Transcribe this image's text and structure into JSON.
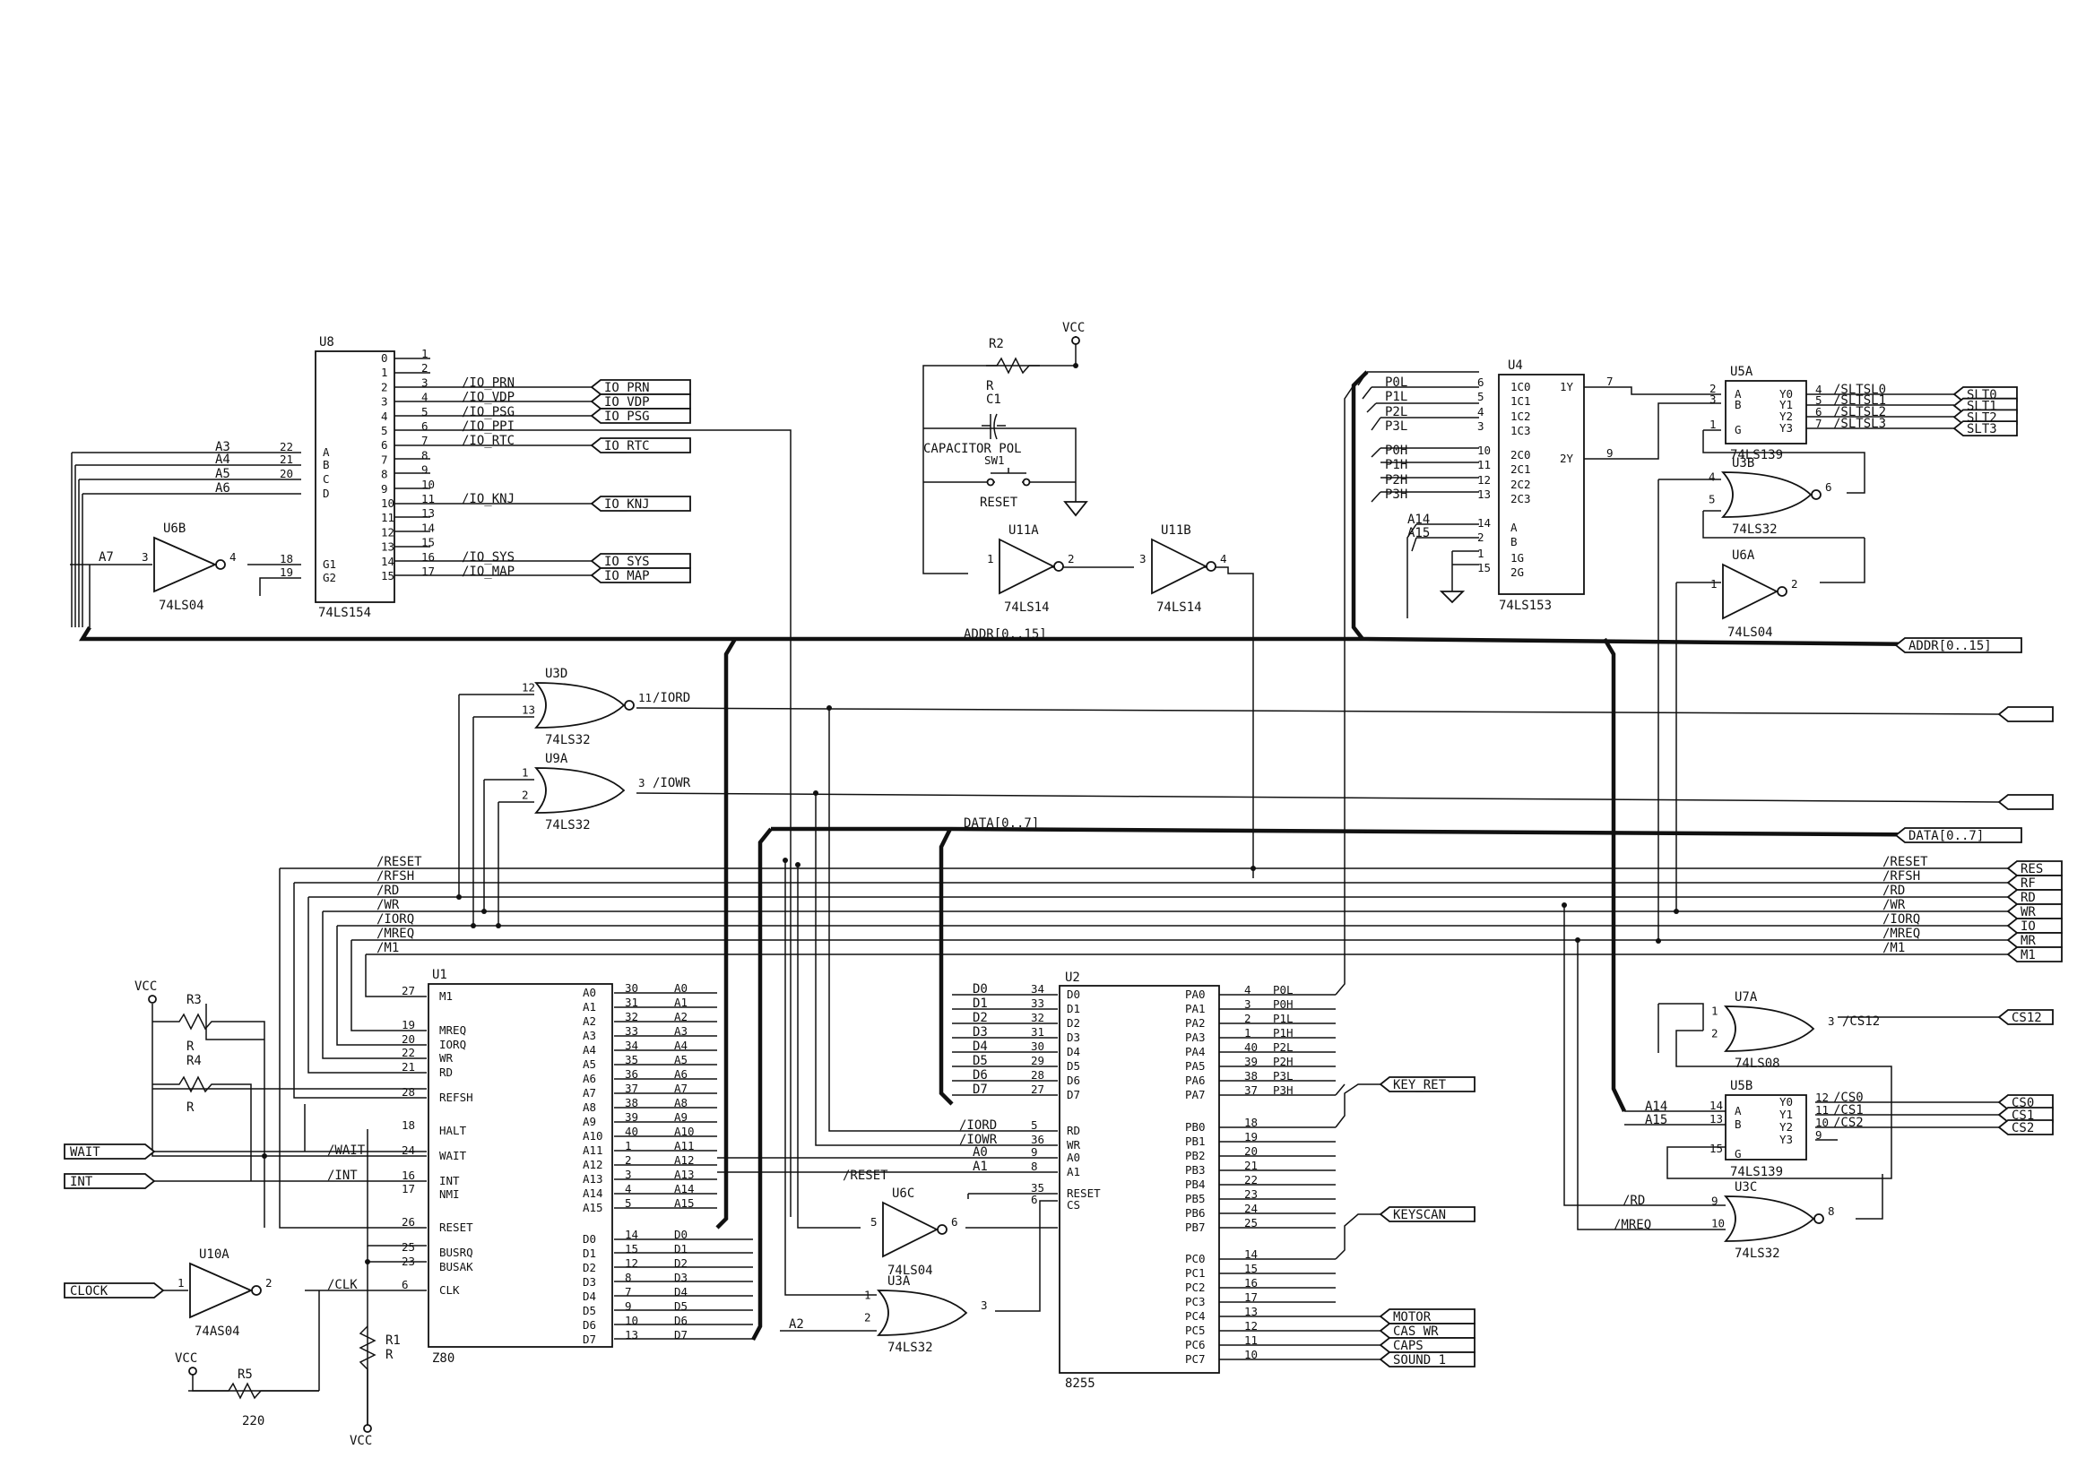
{
  "chips": {
    "u8": {
      "ref": "U8",
      "part": "74LS154",
      "inputs": [
        {
          "pin": "A",
          "num": "22",
          "net": "A3"
        },
        {
          "pin": "B",
          "num": "21",
          "net": "A4"
        },
        {
          "pin": "C",
          "num": "20",
          "net": "A5"
        },
        {
          "pin": "D",
          "num": "",
          "net": "A6"
        },
        {
          "pin": "G1",
          "num": "18",
          "net": ""
        },
        {
          "pin": "G2",
          "num": "19",
          "net": ""
        }
      ],
      "outputs": [
        {
          "pin": "0",
          "num": "1",
          "net": ""
        },
        {
          "pin": "1",
          "num": "2",
          "net": ""
        },
        {
          "pin": "2",
          "num": "3",
          "net": "/IO_PRN"
        },
        {
          "pin": "3",
          "num": "4",
          "net": "/IO_VDP"
        },
        {
          "pin": "4",
          "num": "5",
          "net": "/IO_PSG"
        },
        {
          "pin": "5",
          "num": "6",
          "net": "/IO_PPI"
        },
        {
          "pin": "6",
          "num": "7",
          "net": "/IO_RTC"
        },
        {
          "pin": "7",
          "num": "8",
          "net": ""
        },
        {
          "pin": "8",
          "num": "9",
          "net": ""
        },
        {
          "pin": "9",
          "num": "10",
          "net": ""
        },
        {
          "pin": "10",
          "num": "11",
          "net": "/IO_KNJ"
        },
        {
          "pin": "11",
          "num": "13",
          "net": ""
        },
        {
          "pin": "12",
          "num": "14",
          "net": ""
        },
        {
          "pin": "13",
          "num": "15",
          "net": ""
        },
        {
          "pin": "14",
          "num": "16",
          "net": "/IO_SYS"
        },
        {
          "pin": "15",
          "num": "17",
          "net": "/IO_MAP"
        }
      ]
    },
    "u4": {
      "ref": "U4",
      "part": "74LS153",
      "left": [
        {
          "pin": "1C0",
          "num": "6",
          "net": "P0L"
        },
        {
          "pin": "1C1",
          "num": "5",
          "net": "P1L"
        },
        {
          "pin": "1C2",
          "num": "4",
          "net": "P2L"
        },
        {
          "pin": "1C3",
          "num": "3",
          "net": "P3L"
        },
        {
          "pin": "2C0",
          "num": "10",
          "net": "P0H"
        },
        {
          "pin": "2C1",
          "num": "11",
          "net": "P1H"
        },
        {
          "pin": "2C2",
          "num": "12",
          "net": "P2H"
        },
        {
          "pin": "2C3",
          "num": "13",
          "net": "P3H"
        },
        {
          "pin": "A",
          "num": "14",
          "net": "A14"
        },
        {
          "pin": "B",
          "num": "2",
          "net": "A15"
        },
        {
          "pin": "1G",
          "num": "1",
          "net": ""
        },
        {
          "pin": "2G",
          "num": "15",
          "net": ""
        }
      ],
      "right": [
        {
          "pin": "1Y",
          "num": "7"
        },
        {
          "pin": "2Y",
          "num": "9"
        }
      ]
    },
    "u5a": {
      "ref": "U5A",
      "part": "74LS139",
      "left": [
        {
          "pin": "A",
          "num": "2"
        },
        {
          "pin": "B",
          "num": "3"
        },
        {
          "pin": "G",
          "num": "1"
        }
      ],
      "right": [
        {
          "pin": "Y0",
          "num": "4",
          "net": "/SLTSL0",
          "port": "SLT0"
        },
        {
          "pin": "Y1",
          "num": "5",
          "net": "/SLTSL1",
          "port": "SLT1"
        },
        {
          "pin": "Y2",
          "num": "6",
          "net": "/SLTSL2",
          "port": "SLT2"
        },
        {
          "pin": "Y3",
          "num": "7",
          "net": "/SLTSL3",
          "port": "SLT3"
        }
      ]
    },
    "u5b": {
      "ref": "U5B",
      "part": "74LS139",
      "left": [
        {
          "pin": "A",
          "num": "14",
          "net": "A14"
        },
        {
          "pin": "B",
          "num": "13",
          "net": "A15"
        },
        {
          "pin": "G",
          "num": "15",
          "net": ""
        }
      ],
      "right": [
        {
          "pin": "Y0",
          "num": "12",
          "net": "/CS0",
          "port": "CS0"
        },
        {
          "pin": "Y1",
          "num": "11",
          "net": "/CS1",
          "port": "CS1"
        },
        {
          "pin": "Y2",
          "num": "10",
          "net": "/CS2",
          "port": "CS2"
        },
        {
          "pin": "Y3",
          "num": "9",
          "net": "",
          "port": ""
        }
      ]
    },
    "u1": {
      "ref": "U1",
      "part": "Z80",
      "left": [
        {
          "pin": "M1",
          "num": "27",
          "net": ""
        },
        {
          "pin": "MREQ",
          "num": "19",
          "net": ""
        },
        {
          "pin": "IORQ",
          "num": "20",
          "net": ""
        },
        {
          "pin": "WR",
          "num": "22",
          "net": ""
        },
        {
          "pin": "RD",
          "num": "21",
          "net": ""
        },
        {
          "pin": "REFSH",
          "num": "28",
          "net": ""
        },
        {
          "pin": "HALT",
          "num": "18",
          "net": ""
        },
        {
          "pin": "WAIT",
          "num": "24",
          "net": "/WAIT"
        },
        {
          "pin": "INT",
          "num": "16",
          "net": "/INT"
        },
        {
          "pin": "NMI",
          "num": "17",
          "net": ""
        },
        {
          "pin": "RESET",
          "num": "26",
          "net": ""
        },
        {
          "pin": "BUSRQ",
          "num": "25",
          "net": ""
        },
        {
          "pin": "BUSAK",
          "num": "23",
          "net": ""
        },
        {
          "pin": "CLK",
          "num": "6",
          "net": "/CLK"
        }
      ],
      "addr": [
        {
          "pin": "A0",
          "num": "30"
        },
        {
          "pin": "A1",
          "num": "31"
        },
        {
          "pin": "A2",
          "num": "32"
        },
        {
          "pin": "A3",
          "num": "33"
        },
        {
          "pin": "A4",
          "num": "34"
        },
        {
          "pin": "A5",
          "num": "35"
        },
        {
          "pin": "A6",
          "num": "36"
        },
        {
          "pin": "A7",
          "num": "37"
        },
        {
          "pin": "A8",
          "num": "38"
        },
        {
          "pin": "A9",
          "num": "39"
        },
        {
          "pin": "A10",
          "num": "40"
        },
        {
          "pin": "A11",
          "num": "1"
        },
        {
          "pin": "A12",
          "num": "2"
        },
        {
          "pin": "A13",
          "num": "3"
        },
        {
          "pin": "A14",
          "num": "4"
        },
        {
          "pin": "A15",
          "num": "5"
        }
      ],
      "data": [
        {
          "pin": "D0",
          "num": "14"
        },
        {
          "pin": "D1",
          "num": "15"
        },
        {
          "pin": "D2",
          "num": "12"
        },
        {
          "pin": "D3",
          "num": "8"
        },
        {
          "pin": "D4",
          "num": "7"
        },
        {
          "pin": "D5",
          "num": "9"
        },
        {
          "pin": "D6",
          "num": "10"
        },
        {
          "pin": "D7",
          "num": "13"
        }
      ]
    },
    "u2": {
      "ref": "U2",
      "part": "8255",
      "left": [
        {
          "pin": "D0",
          "num": "34",
          "net": "D0"
        },
        {
          "pin": "D1",
          "num": "33",
          "net": "D1"
        },
        {
          "pin": "D2",
          "num": "32",
          "net": "D2"
        },
        {
          "pin": "D3",
          "num": "31",
          "net": "D3"
        },
        {
          "pin": "D4",
          "num": "30",
          "net": "D4"
        },
        {
          "pin": "D5",
          "num": "29",
          "net": "D5"
        },
        {
          "pin": "D6",
          "num": "28",
          "net": "D6"
        },
        {
          "pin": "D7",
          "num": "27",
          "net": "D7"
        },
        {
          "pin": "RD",
          "num": "5",
          "net": "/IORD"
        },
        {
          "pin": "WR",
          "num": "36",
          "net": "/IOWR"
        },
        {
          "pin": "A0",
          "num": "9",
          "net": "A0"
        },
        {
          "pin": "A1",
          "num": "8",
          "net": "A1"
        },
        {
          "pin": "RESET",
          "num": "35",
          "net": ""
        },
        {
          "pin": "CS",
          "num": "6",
          "net": ""
        }
      ],
      "porta": [
        {
          "pin": "PA0",
          "num": "4",
          "net": "P0L"
        },
        {
          "pin": "PA1",
          "num": "3",
          "net": "P0H"
        },
        {
          "pin": "PA2",
          "num": "2",
          "net": "P1L"
        },
        {
          "pin": "PA3",
          "num": "1",
          "net": "P1H"
        },
        {
          "pin": "PA4",
          "num": "40",
          "net": "P2L"
        },
        {
          "pin": "PA5",
          "num": "39",
          "net": "P2H"
        },
        {
          "pin": "PA6",
          "num": "38",
          "net": "P3L"
        },
        {
          "pin": "PA7",
          "num": "37",
          "net": "P3H"
        }
      ],
      "portb": [
        {
          "pin": "PB0",
          "num": "18"
        },
        {
          "pin": "PB1",
          "num": "19"
        },
        {
          "pin": "PB2",
          "num": "20"
        },
        {
          "pin": "PB3",
          "num": "21"
        },
        {
          "pin": "PB4",
          "num": "22"
        },
        {
          "pin": "PB5",
          "num": "23"
        },
        {
          "pin": "PB6",
          "num": "24"
        },
        {
          "pin": "PB7",
          "num": "25"
        }
      ],
      "portc": [
        {
          "pin": "PC0",
          "num": "14"
        },
        {
          "pin": "PC1",
          "num": "15"
        },
        {
          "pin": "PC2",
          "num": "16"
        },
        {
          "pin": "PC3",
          "num": "17"
        },
        {
          "pin": "PC4",
          "num": "13"
        },
        {
          "pin": "PC5",
          "num": "12"
        },
        {
          "pin": "PC6",
          "num": "11"
        },
        {
          "pin": "PC7",
          "num": "10"
        }
      ]
    }
  },
  "gates": [
    {
      "id": "u6b",
      "ref": "U6B",
      "part": "74LS04",
      "type": "not",
      "in": "3",
      "out": "4"
    },
    {
      "id": "u11a",
      "ref": "U11A",
      "part": "74LS14",
      "type": "not",
      "in": "1",
      "out": "2"
    },
    {
      "id": "u11b",
      "ref": "U11B",
      "part": "74LS14",
      "type": "not",
      "in": "3",
      "out": "4"
    },
    {
      "id": "u3d",
      "ref": "U3D",
      "part": "74LS32",
      "type": "or",
      "in": [
        "12",
        "13"
      ],
      "out": "11",
      "net": "/IORD"
    },
    {
      "id": "u9a",
      "ref": "U9A",
      "part": "74LS32",
      "type": "or",
      "in": [
        "1",
        "2"
      ],
      "out": "3",
      "net": "/IOWR"
    },
    {
      "id": "u3b",
      "ref": "U3B",
      "part": "74LS32",
      "type": "or",
      "in": [
        "4",
        "5"
      ],
      "out": "6"
    },
    {
      "id": "u6a",
      "ref": "U6A",
      "part": "74LS04",
      "type": "not",
      "in": "1",
      "out": "2"
    },
    {
      "id": "u6c",
      "ref": "U6C",
      "part": "74LS04",
      "type": "not",
      "in": "5",
      "out": "6"
    },
    {
      "id": "u3a",
      "ref": "U3A",
      "part": "74LS32",
      "type": "or",
      "in": [
        "1",
        "2"
      ],
      "out": "3"
    },
    {
      "id": "u10a",
      "ref": "U10A",
      "part": "74AS04",
      "type": "not",
      "in": "1",
      "out": "2"
    },
    {
      "id": "u7a",
      "ref": "U7A",
      "part": "74LS08",
      "type": "or",
      "in": [
        "1",
        "2"
      ],
      "out": "3",
      "net": "/CS12"
    },
    {
      "id": "u3c",
      "ref": "U3C",
      "part": "74LS32",
      "type": "or",
      "in": [
        "9",
        "10"
      ],
      "out": "8"
    }
  ],
  "reset_circuit": {
    "r2": "R2",
    "c1": "C1",
    "c1_value": "R",
    "cap_label": "CAPACITOR POL",
    "sw": "SW1",
    "sw_label": "RESET",
    "vcc": "VCC"
  },
  "passives": {
    "r3": {
      "ref": "R3",
      "value": "R"
    },
    "r4": {
      "ref": "R4",
      "value": "R"
    },
    "r1": {
      "ref": "R1",
      "value": "R"
    },
    "r5": {
      "ref": "R5",
      "value": "220"
    },
    "vcc": "VCC"
  },
  "buses": {
    "addr": "ADDR[0..15]",
    "data": "DATA[0..7]"
  },
  "control_nets": [
    "/RESET",
    "/RFSH",
    "/RD",
    "/WR",
    "/IORQ",
    "/MREQ",
    "/M1"
  ],
  "u5a_extra": {
    "a7": "A7"
  },
  "u3c_nets": {
    "rd": "/RD",
    "mreq": "/MREQ"
  },
  "u6c_net": "/RESET",
  "u3a_net": "A2",
  "u4_nets": {
    "a14": "A14",
    "a15": "A15"
  },
  "ports": {
    "left": [
      "WAIT",
      "INT",
      "CLOCK"
    ],
    "u8": [
      "IO_PRN",
      "IO_VDP",
      "IO_PSG",
      "IO_RTC",
      "IO_KNJ",
      "IO_SYS",
      "IO_MAP"
    ],
    "ppi": [
      "KEY_RET",
      "KEYSCAN",
      "MOTOR",
      "CAS_WR",
      "CAPS",
      "SOUND_1"
    ],
    "right_bus": [
      "ADDR[0..15]",
      "DATA[0..7]"
    ],
    "right_ctrl": [
      "RES",
      "RF",
      "RD",
      "WR",
      "IO",
      "MR",
      "M1"
    ],
    "right_cs12": "CS12"
  }
}
